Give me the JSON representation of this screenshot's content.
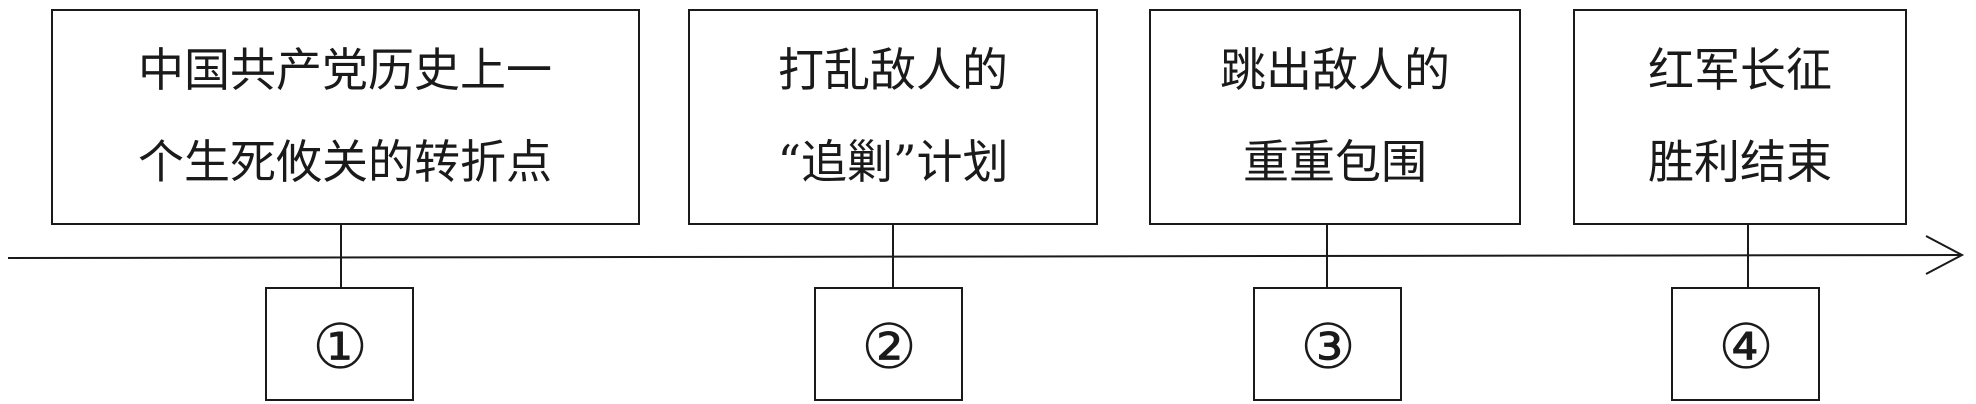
{
  "events": [
    {
      "lines": [
        "中国共产党历史上一",
        "个生死攸关的转折点"
      ],
      "marker": "①"
    },
    {
      "lines": [
        "打乱敌人的",
        "“追剿”计划"
      ],
      "marker": "②"
    },
    {
      "lines": [
        "跳出敌人的",
        "重重包围"
      ],
      "marker": "③"
    },
    {
      "lines": [
        "红军长征",
        "胜利结束"
      ],
      "marker": "④"
    }
  ],
  "colors": {
    "stroke": "#1a1a1a",
    "background": "#ffffff"
  }
}
